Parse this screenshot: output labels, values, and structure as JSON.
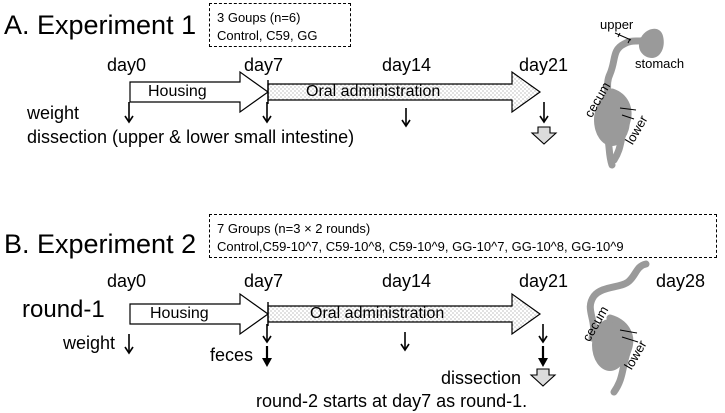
{
  "experiment1": {
    "title": "A. Experiment 1",
    "groups_box": {
      "line1": "3 Goups (n=6)",
      "line2": "Control, C59, GG"
    },
    "days": [
      "day0",
      "day7",
      "day14",
      "day21"
    ],
    "housing_label": "Housing",
    "oral_label": "Oral administration",
    "weight_label": "weight",
    "dissection_label": "dissection (upper & lower small intestine)",
    "anatomy": {
      "upper": "upper",
      "stomach": "stomach",
      "cecum": "cecum",
      "lower": "lower"
    }
  },
  "experiment2": {
    "title": "B. Experiment 2",
    "groups_box": {
      "line1": "7 Groups (n=3 × 2 rounds)",
      "line2": "Control,C59-10^7, C59-10^8, C59-10^9, GG-10^7, GG-10^8, GG-10^9"
    },
    "round_label": "round-1",
    "days": [
      "day0",
      "day7",
      "day14",
      "day21",
      "day28"
    ],
    "housing_label": "Housing",
    "oral_label": "Oral administration",
    "weight_label": "weight",
    "feces_label": "feces",
    "dissection_label": "dissection",
    "note": "round-2 starts at day7 as round-1.",
    "anatomy": {
      "cecum": "cecum",
      "lower": "lower"
    }
  },
  "colors": {
    "ink": "#000000",
    "organ": "#9a9a9a",
    "stipple": "#8c8c8c"
  }
}
